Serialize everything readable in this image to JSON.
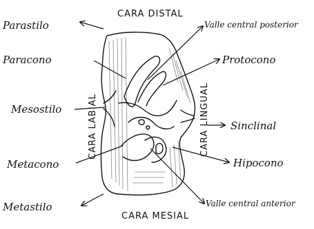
{
  "labels": {
    "parastilo": "Parastilo",
    "paracono": "Paracono",
    "mesostilo": "Mesostilo",
    "metacono": "Metacono",
    "metastilo": "Metastilo",
    "cara_distal": "CARA DISTAL",
    "valle_central_posterior": "Valle central posterior",
    "protocono": "Protocono",
    "sinclinal": "Sinclinal",
    "hipocono": "Hipocono",
    "valle_central_anterior": "Valle central anterior",
    "cara_mesial": "CARA MESIAL",
    "cara_labial": "CARA LABIAL",
    "cara_lingual": "CARA LINGUAL"
  },
  "colors": {
    "ink": "#111111",
    "background": "#ffffff"
  }
}
